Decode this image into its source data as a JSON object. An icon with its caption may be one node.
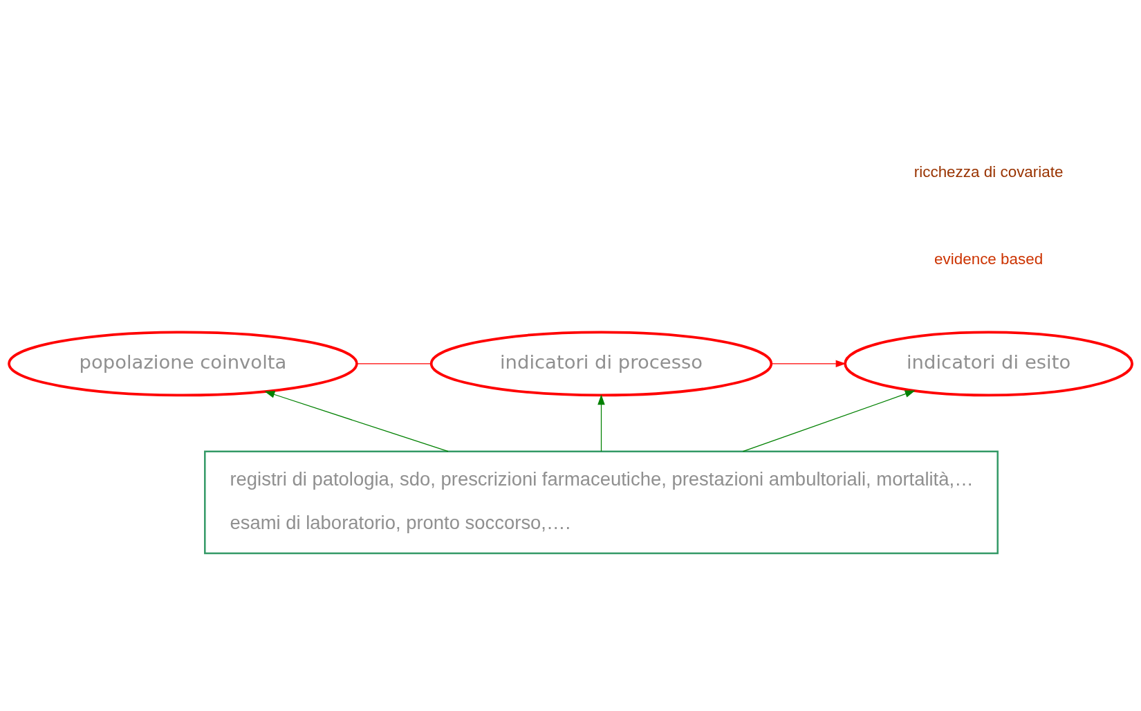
{
  "diagram": {
    "nodes": [
      {
        "text": [
          "popolazione coinvolta"
        ]
      },
      {
        "text": [
          "indicatori di processo"
        ]
      },
      {
        "text": [
          "indicatori di esito"
        ]
      },
      {
        "text": [
          "registri di patologia, sdo, prescrizioni farmaceutiche, prestazioni ambultoriali, mortalità,…",
          "esami di laboratorio, pronto soccorso,…."
        ]
      }
    ],
    "edges": [
      {
        "from": 0,
        "to": 1,
        "arrow": "none",
        "color": "#ff0000"
      },
      {
        "from": 1,
        "to": 2,
        "arrow": "to",
        "color": "#ff0000"
      },
      {
        "from": 3,
        "to": 0,
        "arrow": "to"
      },
      {
        "from": 3,
        "to": 1,
        "arrow": "to"
      },
      {
        "from": 3,
        "to": 2,
        "arrow": "to"
      }
    ],
    "labels": [
      "ricchezza di covariate",
      "evidence based"
    ]
  }
}
